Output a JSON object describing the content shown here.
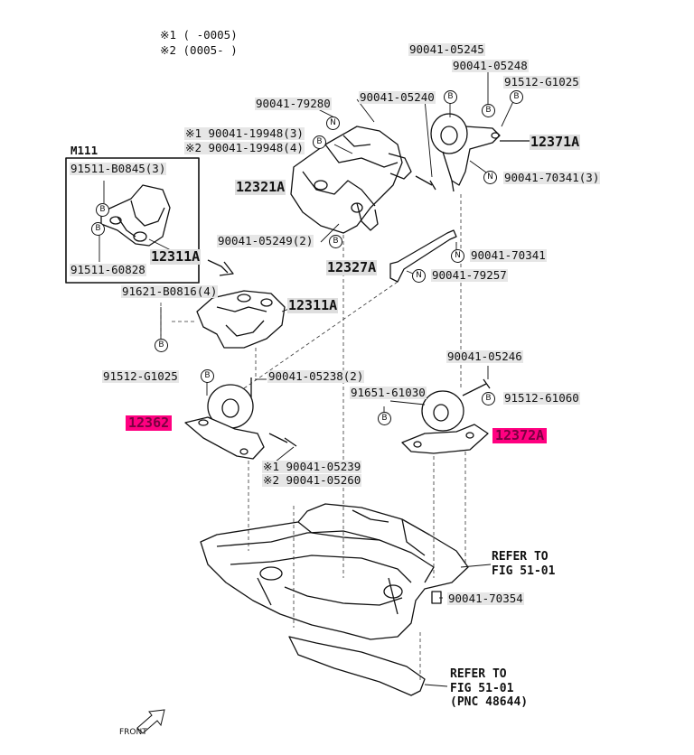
{
  "notes": {
    "n1": "※1 (      -0005)",
    "n2": "※2 (0005-      )"
  },
  "inset": {
    "title": "M111",
    "parts": [
      "91511-B0845(3)",
      "12311A",
      "91511-60828"
    ]
  },
  "labels": {
    "p90041_05245": "90041-05245",
    "p90041_05248": "90041-05248",
    "p91512_G1025a": "91512-G1025",
    "p90041_05240": "90041-05240",
    "p90041_79280": "90041-79280",
    "p12371A": "12371A",
    "p90041_19948_3": "※1 90041-19948(3)",
    "p90041_19948_4": "※2 90041-19948(4)",
    "p90041_70341_3": "90041-70341(3)",
    "p12321A": "12321A",
    "p90041_05249": "90041-05249(2)",
    "p90041_70341": "90041-70341",
    "p12327A": "12327A",
    "p90041_79257": "90041-79257",
    "p91621_B0816": "91621-B0816(4)",
    "p12311A": "12311A",
    "p90041_05246": "90041-05246",
    "p91512_G1025b": "91512-G1025",
    "p90041_05238": "90041-05238(2)",
    "p91651_61030": "91651-61030",
    "p91512_61060": "91512-61060",
    "p12362": "12362",
    "p12372A": "12372A",
    "p90041_05239": "※1 90041-05239",
    "p90041_05260": "※2 90041-05260",
    "p90041_70354": "90041-70354",
    "ref1a": "REFER TO",
    "ref1b": "FIG 51-01",
    "ref2a": "REFER TO",
    "ref2b": "FIG 51-01",
    "ref2c": "(PNC 48644)",
    "front": "FRONT"
  },
  "symbols": {
    "bolt": "B",
    "nut": "N"
  },
  "colors": {
    "highlight": "#ff0080",
    "label_bg": "#e6e6e6",
    "line": "#111111"
  }
}
